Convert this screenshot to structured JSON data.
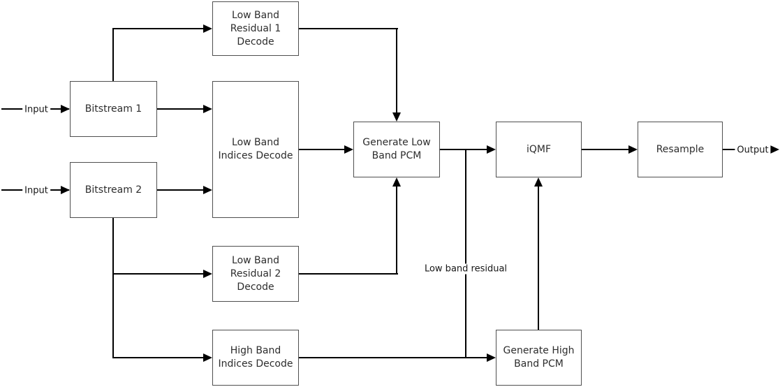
{
  "diagram": {
    "type": "block-diagram",
    "subject": "Dual-bitstream audio decoder flow",
    "colors": {
      "background": "#ffffff",
      "connector": "#000000",
      "box_border": "#4f4f4f",
      "box_fill": "#ffffff",
      "text": "#2d2d2d"
    },
    "nodes": {
      "lbr1": {
        "label": "Low Band Residual 1 Decode",
        "lines": [
          "Low Band",
          "Residual 1",
          "Decode"
        ]
      },
      "bs1": {
        "label": "Bitstream 1",
        "lines": [
          "Bitstream 1"
        ]
      },
      "lbi": {
        "label": "Low Band Indices Decode",
        "lines": [
          "Low Band",
          "Indices Decode"
        ]
      },
      "bs2": {
        "label": "Bitstream 2",
        "lines": [
          "Bitstream 2"
        ]
      },
      "lbr2": {
        "label": "Low Band Residual 2 Decode",
        "lines": [
          "Low Band",
          "Residual 2",
          "Decode"
        ]
      },
      "hbi": {
        "label": "High Band Indices Decode",
        "lines": [
          "High Band",
          "Indices Decode"
        ]
      },
      "glb": {
        "label": "Generate Low Band PCM",
        "lines": [
          "Generate Low",
          "Band PCM"
        ]
      },
      "iqmf": {
        "label": "iQMF",
        "lines": [
          "iQMF"
        ]
      },
      "rsmp": {
        "label": "Resample",
        "lines": [
          "Resample"
        ]
      },
      "ghb": {
        "label": "Generate High Band PCM",
        "lines": [
          "Generate High",
          "Band PCM"
        ]
      }
    },
    "edge_labels": {
      "input_1": "Input",
      "input_2": "Input",
      "output": "Output",
      "low_band_residual": "Low band residual"
    },
    "edges": [
      {
        "from": "external-input-1",
        "to": "bs1",
        "label": "Input"
      },
      {
        "from": "external-input-2",
        "to": "bs2",
        "label": "Input"
      },
      {
        "from": "bs1",
        "to": "lbr1"
      },
      {
        "from": "bs1",
        "to": "lbi"
      },
      {
        "from": "bs2",
        "to": "lbi"
      },
      {
        "from": "bs2",
        "to": "lbr2"
      },
      {
        "from": "bs2",
        "to": "hbi"
      },
      {
        "from": "lbr1",
        "to": "glb"
      },
      {
        "from": "lbi",
        "to": "glb"
      },
      {
        "from": "lbr2",
        "to": "glb"
      },
      {
        "from": "glb",
        "to": "iqmf"
      },
      {
        "from": "glb",
        "to": "ghb",
        "label": "Low band residual"
      },
      {
        "from": "hbi",
        "to": "ghb"
      },
      {
        "from": "ghb",
        "to": "iqmf"
      },
      {
        "from": "iqmf",
        "to": "rsmp"
      },
      {
        "from": "rsmp",
        "to": "external-output",
        "label": "Output"
      }
    ]
  }
}
